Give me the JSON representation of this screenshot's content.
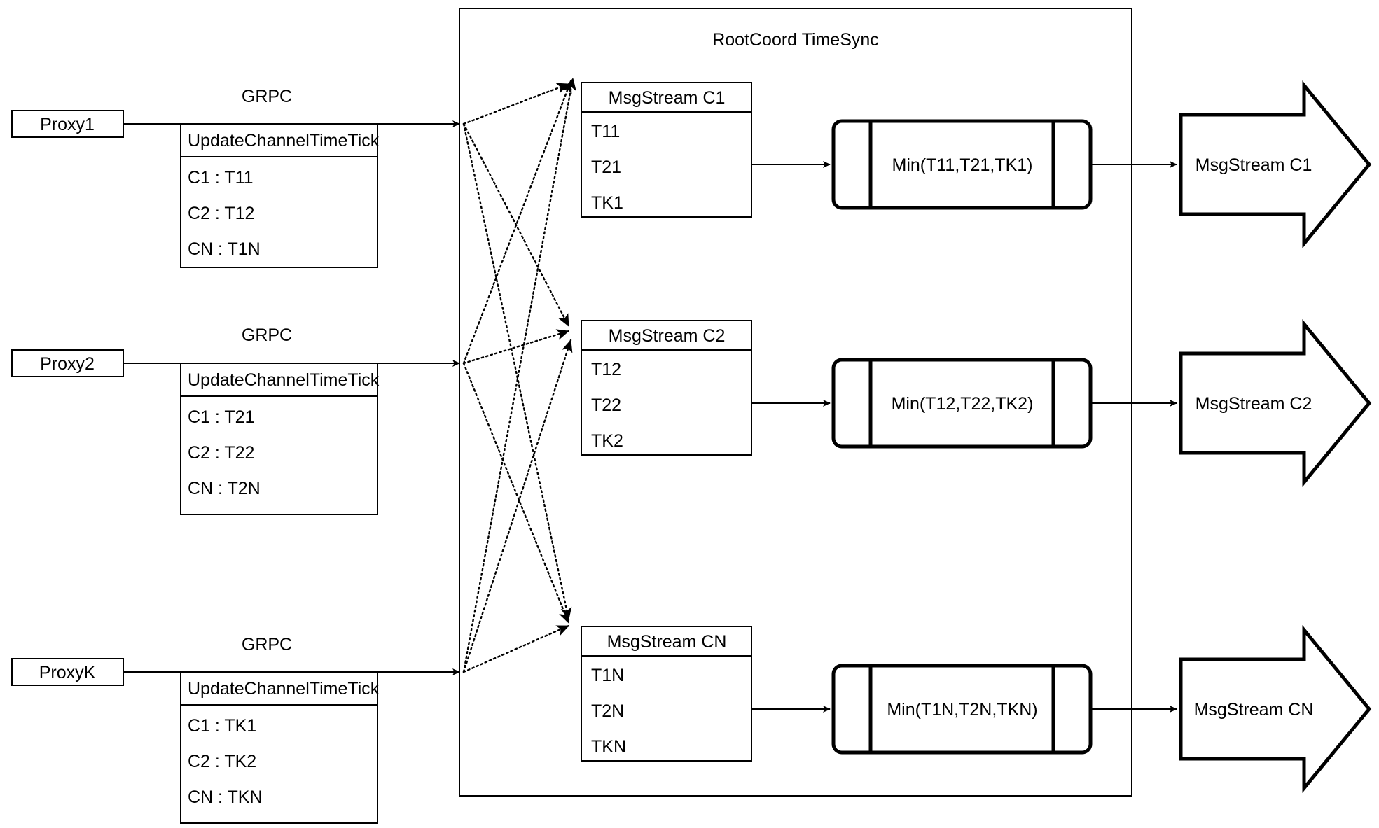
{
  "diagram": {
    "title": "RootCoord TimeSync",
    "protocol_label": "GRPC",
    "rpc_label": "UpdateChannelTimeTick",
    "proxies": [
      {
        "name": "Proxy1",
        "protocol": "GRPC",
        "rpc": "UpdateChannelTimeTick",
        "rows": [
          "C1 :  T11",
          "C2 :  T12",
          "CN : T1N"
        ]
      },
      {
        "name": "Proxy2",
        "protocol": "GRPC",
        "rpc": "UpdateChannelTimeTick",
        "rows": [
          "C1 :  T21",
          "C2 :  T22",
          "CN : T2N"
        ]
      },
      {
        "name": "ProxyK",
        "protocol": "GRPC",
        "rpc": "UpdateChannelTimeTick",
        "rows": [
          "C1 :  TK1",
          "C2 :  TK2",
          "CN : TKN"
        ]
      }
    ],
    "channels": [
      {
        "stream_title": "MsgStream C1",
        "ticks": [
          "T11",
          "T21",
          "TK1"
        ],
        "min_expr": "Min(T11,T21,TK1)",
        "output_label": "MsgStream C1"
      },
      {
        "stream_title": "MsgStream C2",
        "ticks": [
          "T12",
          "T22",
          "TK2"
        ],
        "min_expr": "Min(T12,T22,TK2)",
        "output_label": "MsgStream C2"
      },
      {
        "stream_title": "MsgStream CN",
        "ticks": [
          "T1N",
          "T2N",
          "TKN"
        ],
        "min_expr": "Min(T1N,T2N,TKN)",
        "output_label": "MsgStream CN"
      }
    ],
    "colors": {
      "stroke": "#000000",
      "background": "#ffffff"
    }
  }
}
